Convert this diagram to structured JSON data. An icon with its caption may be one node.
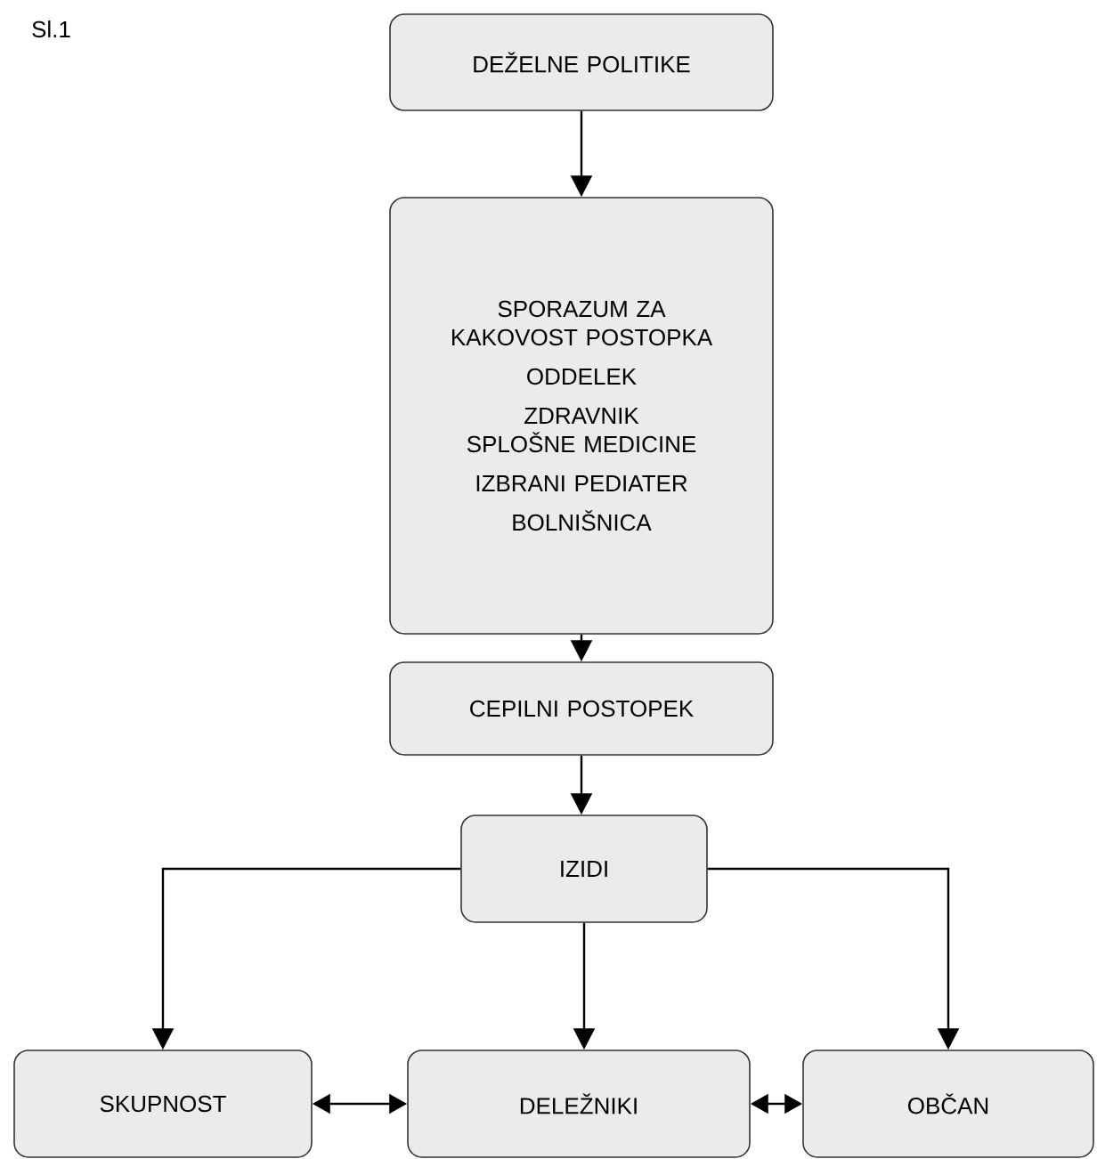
{
  "diagram": {
    "nodes": [
      {
        "text": [
          "DEŽELNE POLITIKE"
        ]
      },
      {
        "text": [
          "SPORAZUM ZA KAKOVOST POSTOPKA",
          "ODDELEK",
          "ZDRAVNIK SPLOŠNE MEDICINE",
          "IZBRANI PEDIATER",
          "BOLNIŠNICA"
        ]
      },
      {
        "text": [
          "CEPILNI POSTOPEK"
        ]
      },
      {
        "text": [
          "IZIDI"
        ]
      },
      {
        "text": [
          "SKUPNOST"
        ]
      },
      {
        "text": [
          "DELEŽNIKI"
        ]
      },
      {
        "text": [
          "OBČAN"
        ]
      }
    ],
    "edges": [
      {
        "from": 0,
        "to": 1,
        "arrow": "to"
      },
      {
        "from": 1,
        "to": 2,
        "arrow": "to"
      },
      {
        "from": 2,
        "to": 3,
        "arrow": "to"
      },
      {
        "from": 3,
        "to": 4,
        "arrow": "to"
      },
      {
        "from": 3,
        "to": 5,
        "arrow": "to"
      },
      {
        "from": 3,
        "to": 6,
        "arrow": "to"
      },
      {
        "from": 4,
        "to": 5,
        "arrow": "both"
      },
      {
        "from": 5,
        "to": 6,
        "arrow": "both"
      }
    ],
    "labels": [
      "Sl.1"
    ]
  }
}
